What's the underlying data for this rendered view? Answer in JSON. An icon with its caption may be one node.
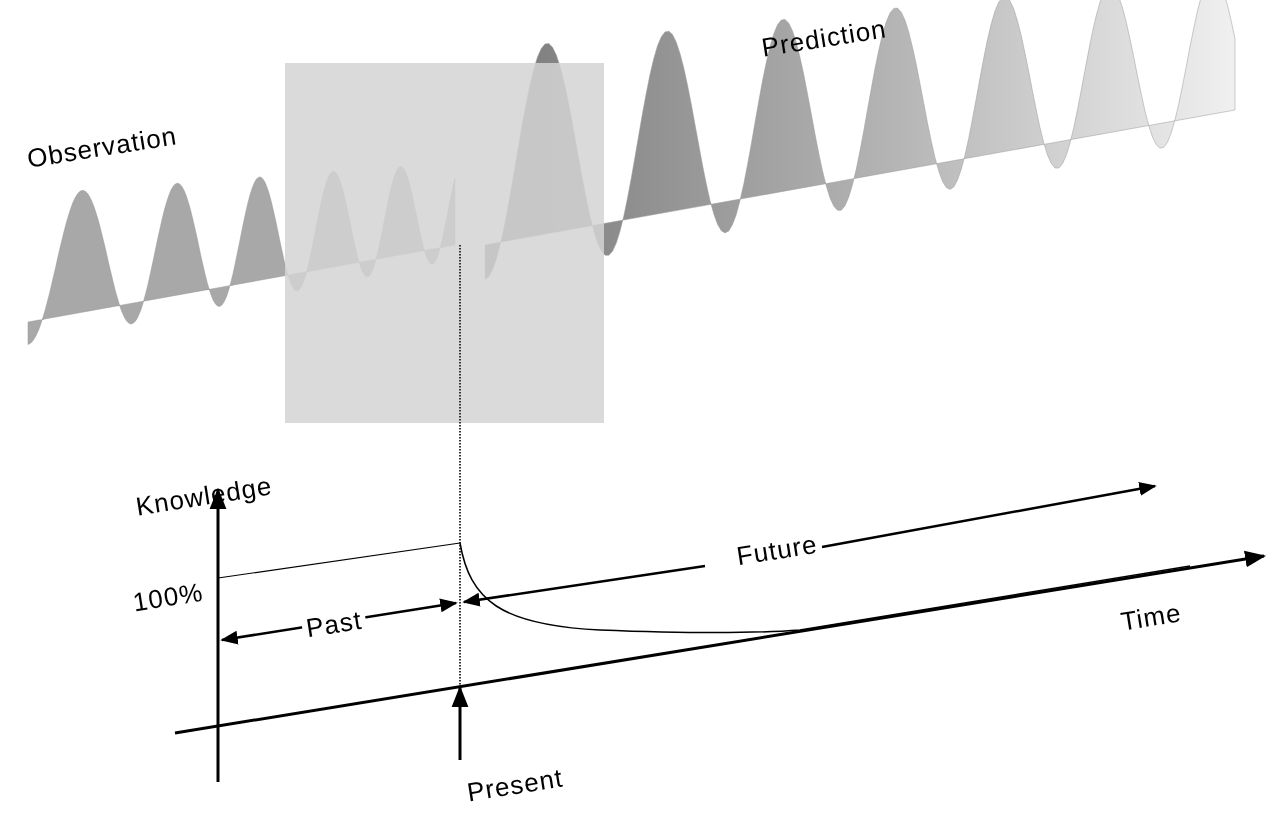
{
  "diagram": {
    "labels": [
      "Observation",
      "Prediction",
      "Knowledge",
      "100%",
      "Past",
      "Future",
      "Time",
      "Present"
    ]
  }
}
